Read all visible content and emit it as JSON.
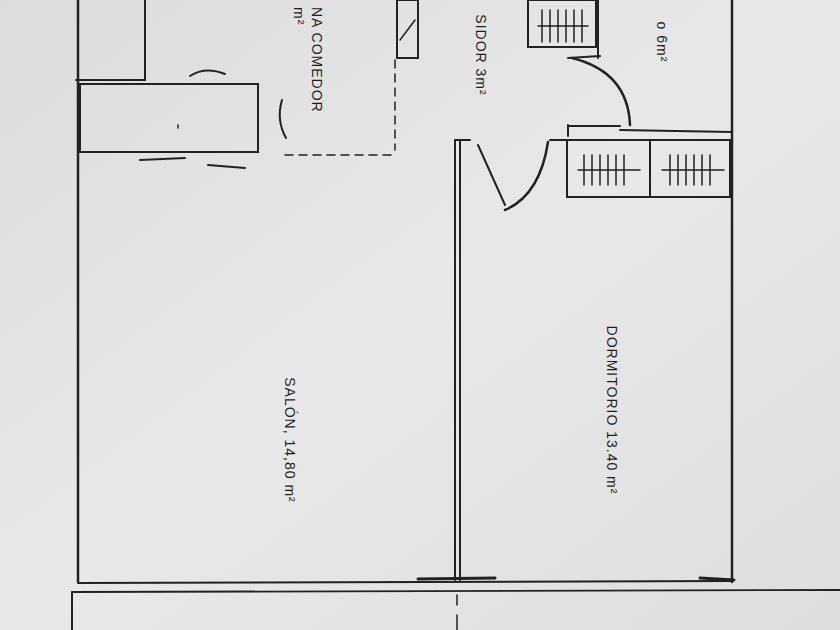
{
  "diagram": {
    "nodes": [
      {
        "text": [
          "NA COMEDOR m²"
        ]
      },
      {
        "text": [
          "SIDOR 3m²"
        ]
      },
      {
        "text": [
          "o 6m²"
        ]
      },
      {
        "text": [
          "SALÓN, 14,80 m²"
        ]
      },
      {
        "text": [
          "DORMITORIO 13.40 m²"
        ]
      }
    ]
  }
}
